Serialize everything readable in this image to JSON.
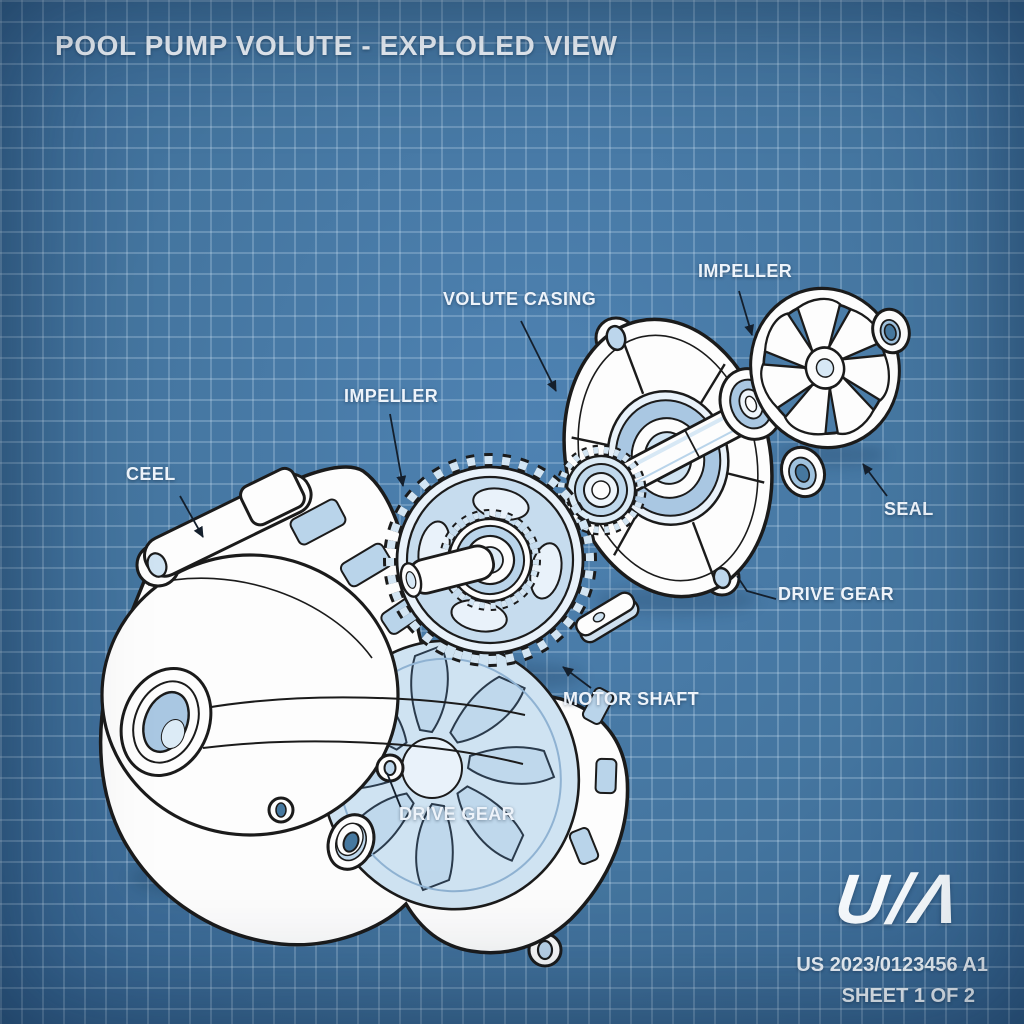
{
  "title": "POOL PUMP VOLUTE - EXPLOLED VIEW",
  "labels": {
    "ceel": "CEEL",
    "impeller_gear": "IMPELLER",
    "volute_casing": "VOLUTE CASING",
    "impeller_fan": "IMPELLER",
    "seal": "SEAL",
    "drive_gear_right": "DRIVE GEAR",
    "motor_shaft": "MOTOR SHAFT",
    "drive_gear_bottom": "DRIVE GEAR"
  },
  "footer": {
    "logo": "U/Λ",
    "patent_number": "US 2023/0123456 A1",
    "sheet": "SHEET 1 OF 2"
  },
  "style": {
    "background": "#3f6f9f",
    "grid_line": "#cfe2f2",
    "outline": "#1b1b1b",
    "part_fill": "#fdfdfd",
    "accent_blue": "#bcd6ec",
    "label_color": "#edf3fa"
  }
}
